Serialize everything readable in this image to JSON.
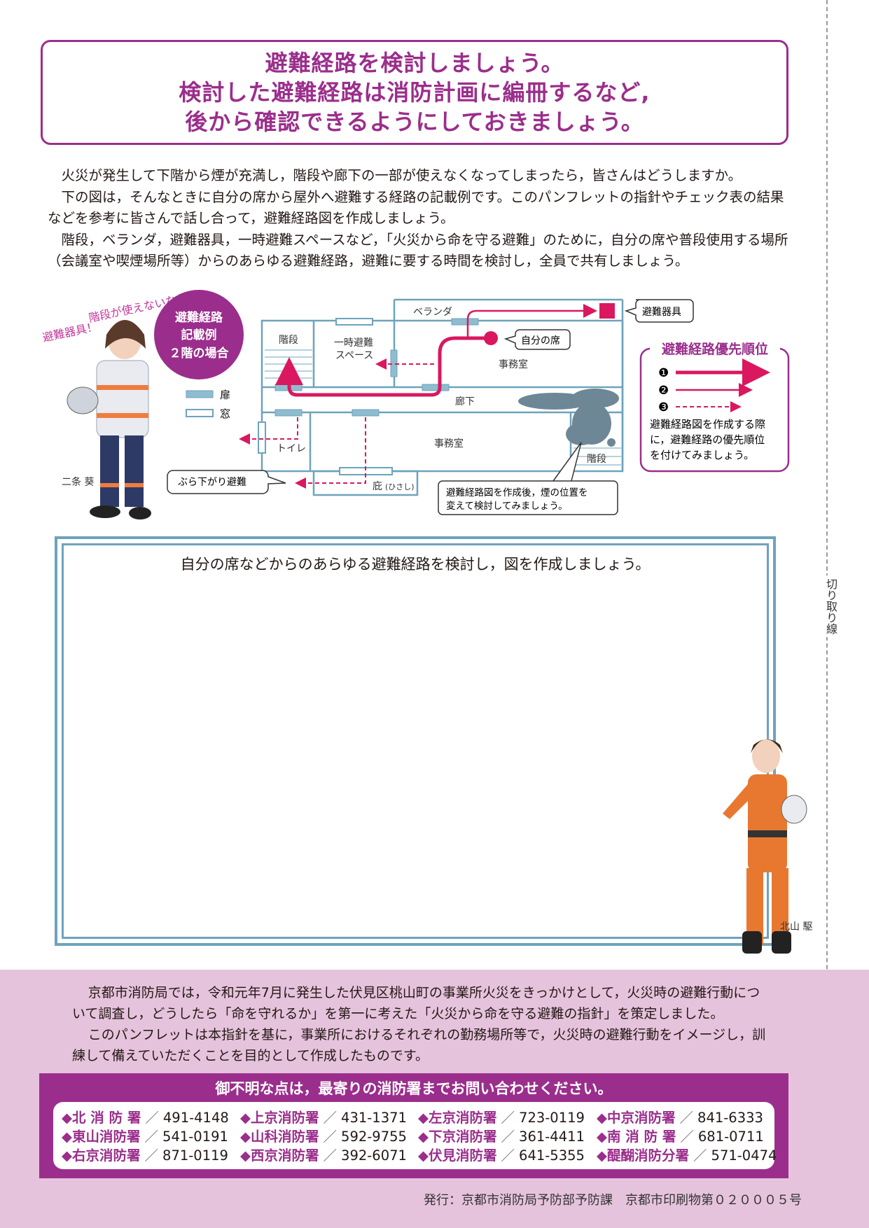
{
  "cut_label": "切り取り線",
  "title": {
    "line1": "避難経路を検討しましょう。",
    "line2": "検討した避難経路は消防計画に編冊するなど,",
    "line3": "後から確認できるようにしておきましょう。"
  },
  "intro": {
    "p1": "火災が発生して下階から煙が充満し，階段や廊下の一部が使えなくなってしまったら，皆さんはどうしますか。",
    "p2": "下の図は，そんなときに自分の席から屋外へ避難する経路の記載例です。このパンフレットの指針やチェック表の結果などを参考に皆さんで話し合って，避難経路図を作成しましょう。",
    "p3": "階段，ベランダ，避難器具，一時避難スペースなど，「火災から命を守る避難」のために，自分の席や普段使用する場所（会議室や喫煙場所等）からのあらゆる避難経路，避難に要する時間を検討し，全員で共有しましょう。"
  },
  "diagram": {
    "speech_left": [
      "階段が使えないなら",
      "避難器具！"
    ],
    "badge": [
      "避難経路",
      "記載例",
      "２階の場合"
    ],
    "legend_door": "扉",
    "legend_window": "窓",
    "rooms": {
      "stairs_left": "階段",
      "temp_space": [
        "一時避難",
        "スペース"
      ],
      "veranda": "ベランダ",
      "office_top": "事務室",
      "corridor": "廊下",
      "toilet": "トイレ",
      "office_bottom": "事務室",
      "stairs_right": "階段",
      "eaves": "庇",
      "eaves_reading": "(ひさし)"
    },
    "callout_equipment": "避難器具",
    "callout_seat": "自分の席",
    "callout_hang": "ぶら下がり避難",
    "callout_smoke": [
      "避難経路図を作成後，煙の位置を",
      "変えて検討してみましょう。"
    ],
    "priority_title": "避難経路優先順位",
    "priority_nums": [
      "❶",
      "❷",
      "❸"
    ],
    "priority_note": [
      "避難経路図を作成する際",
      "に，避難経路の優先順位",
      "を付けてみましょう。"
    ],
    "character_left": "二条 葵",
    "colors": {
      "accent": "#9b2e8c",
      "route": "#d9185f",
      "wall": "#6da3bd"
    }
  },
  "practice": {
    "caption": "自分の席などからのあらゆる避難経路を検討し，図を作成しましょう。",
    "character_right": "北山 駆"
  },
  "closing": {
    "p1": "京都市消防局では，令和元年7月に発生した伏見区桃山町の事業所火災をきっかけとして，火災時の避難行動について調査し，どうしたら「命を守れるか」を第一に考えた「火災から命を守る避難の指針」を策定しました。",
    "p2": "このパンフレットは本指針を基に，事業所におけるそれぞれの勤務場所等で，火災時の避難行動をイメージし，訓練して備えていただくことを目的として作成したものです。"
  },
  "contact": {
    "heading": "御不明な点は，最寄りの消防署までお問い合わせください。",
    "stations": [
      {
        "name": "北 消 防 署",
        "phone": "491-4148"
      },
      {
        "name": "上京消防署",
        "phone": "431-1371"
      },
      {
        "name": "左京消防署",
        "phone": "723-0119"
      },
      {
        "name": "中京消防署",
        "phone": "841-6333"
      },
      {
        "name": "東山消防署",
        "phone": "541-0191"
      },
      {
        "name": "山科消防署",
        "phone": "592-9755"
      },
      {
        "name": "下京消防署",
        "phone": "361-4411"
      },
      {
        "name": "南 消 防 署",
        "phone": "681-0711"
      },
      {
        "name": "右京消防署",
        "phone": "871-0119"
      },
      {
        "name": "西京消防署",
        "phone": "392-6071"
      },
      {
        "name": "伏見消防署",
        "phone": "641-5355"
      },
      {
        "name": "醍醐消防分署",
        "phone": "571-0474"
      }
    ],
    "diamond": "◆",
    "slash": "／"
  },
  "publisher": "発行：京都市消防局予防部予防課　京都市印刷物第０２０００５号"
}
